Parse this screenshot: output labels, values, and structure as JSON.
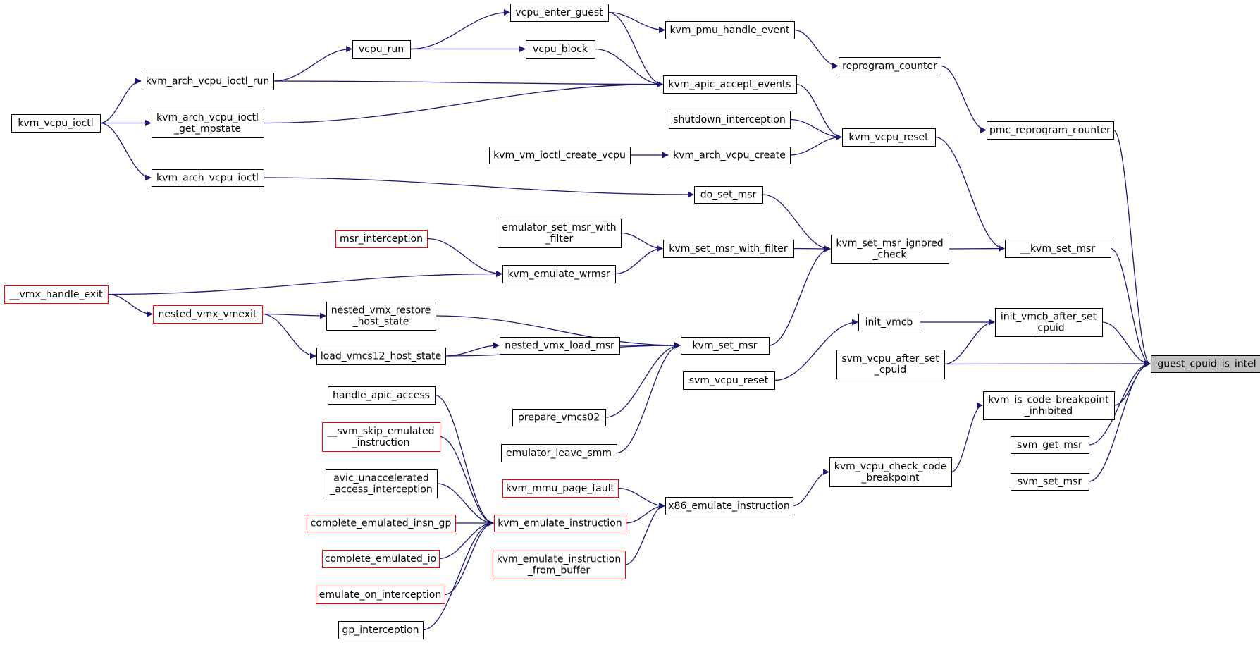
{
  "colors": {
    "edge": "#191970",
    "node_border": "#000000",
    "truncated_node_border": "#ff0000",
    "root_fill": "#bfbfbf",
    "background": "#ffffff"
  },
  "graph": {
    "nodes": [
      {
        "id": "guest_cpuid_is_intel",
        "lines": [
          "guest_cpuid_is_intel"
        ],
        "style": "root"
      },
      {
        "id": "pmc_reprogram_counter",
        "lines": [
          "pmc_reprogram_counter"
        ],
        "style": "normal"
      },
      {
        "id": "reprogram_counter",
        "lines": [
          "reprogram_counter"
        ],
        "style": "normal"
      },
      {
        "id": "kvm_pmu_handle_event",
        "lines": [
          "kvm_pmu_handle_event"
        ],
        "style": "normal"
      },
      {
        "id": "vcpu_enter_guest",
        "lines": [
          "vcpu_enter_guest"
        ],
        "style": "normal"
      },
      {
        "id": "vcpu_run",
        "lines": [
          "vcpu_run"
        ],
        "style": "normal"
      },
      {
        "id": "vcpu_block",
        "lines": [
          "vcpu_block"
        ],
        "style": "normal"
      },
      {
        "id": "kvm_arch_vcpu_ioctl_run",
        "lines": [
          "kvm_arch_vcpu_ioctl_run"
        ],
        "style": "normal"
      },
      {
        "id": "kvm_arch_vcpu_ioctl_get_mpstate",
        "lines": [
          "kvm_arch_vcpu_ioctl",
          "_get_mpstate"
        ],
        "style": "normal"
      },
      {
        "id": "kvm_vcpu_ioctl",
        "lines": [
          "kvm_vcpu_ioctl"
        ],
        "style": "normal"
      },
      {
        "id": "kvm_arch_vcpu_ioctl",
        "lines": [
          "kvm_arch_vcpu_ioctl"
        ],
        "style": "normal"
      },
      {
        "id": "kvm_apic_accept_events",
        "lines": [
          "kvm_apic_accept_events"
        ],
        "style": "normal"
      },
      {
        "id": "shutdown_interception",
        "lines": [
          "shutdown_interception"
        ],
        "style": "normal"
      },
      {
        "id": "kvm_vm_ioctl_create_vcpu",
        "lines": [
          "kvm_vm_ioctl_create_vcpu"
        ],
        "style": "normal"
      },
      {
        "id": "kvm_arch_vcpu_create",
        "lines": [
          "kvm_arch_vcpu_create"
        ],
        "style": "normal"
      },
      {
        "id": "kvm_vcpu_reset",
        "lines": [
          "kvm_vcpu_reset"
        ],
        "style": "normal"
      },
      {
        "id": "do_set_msr",
        "lines": [
          "do_set_msr"
        ],
        "style": "normal"
      },
      {
        "id": "emulator_set_msr_with_filter",
        "lines": [
          "emulator_set_msr_with",
          "_filter"
        ],
        "style": "normal"
      },
      {
        "id": "msr_interception",
        "lines": [
          "msr_interception"
        ],
        "style": "truncated"
      },
      {
        "id": "kvm_set_msr_with_filter",
        "lines": [
          "kvm_set_msr_with_filter"
        ],
        "style": "normal"
      },
      {
        "id": "kvm_emulate_wrmsr",
        "lines": [
          "kvm_emulate_wrmsr"
        ],
        "style": "normal"
      },
      {
        "id": "kvm_set_msr_ignored_check",
        "lines": [
          "kvm_set_msr_ignored",
          "_check"
        ],
        "style": "normal"
      },
      {
        "id": "__kvm_set_msr",
        "lines": [
          "__kvm_set_msr"
        ],
        "style": "normal"
      },
      {
        "id": "__vmx_handle_exit",
        "lines": [
          "__vmx_handle_exit"
        ],
        "style": "truncated"
      },
      {
        "id": "nested_vmx_vmexit",
        "lines": [
          "nested_vmx_vmexit"
        ],
        "style": "truncated"
      },
      {
        "id": "nested_vmx_restore_host_state",
        "lines": [
          "nested_vmx_restore",
          "_host_state"
        ],
        "style": "normal"
      },
      {
        "id": "load_vmcs12_host_state",
        "lines": [
          "load_vmcs12_host_state"
        ],
        "style": "normal"
      },
      {
        "id": "nested_vmx_load_msr",
        "lines": [
          "nested_vmx_load_msr"
        ],
        "style": "normal"
      },
      {
        "id": "kvm_set_msr",
        "lines": [
          "kvm_set_msr"
        ],
        "style": "normal"
      },
      {
        "id": "prepare_vmcs02",
        "lines": [
          "prepare_vmcs02"
        ],
        "style": "normal"
      },
      {
        "id": "emulator_leave_smm",
        "lines": [
          "emulator_leave_smm"
        ],
        "style": "normal"
      },
      {
        "id": "init_vmcb",
        "lines": [
          "init_vmcb"
        ],
        "style": "normal"
      },
      {
        "id": "svm_vcpu_reset",
        "lines": [
          "svm_vcpu_reset"
        ],
        "style": "normal"
      },
      {
        "id": "init_vmcb_after_set_cpuid",
        "lines": [
          "init_vmcb_after_set",
          "_cpuid"
        ],
        "style": "normal"
      },
      {
        "id": "svm_vcpu_after_set_cpuid",
        "lines": [
          "svm_vcpu_after_set",
          "_cpuid"
        ],
        "style": "normal"
      },
      {
        "id": "kvm_is_code_breakpoint_inhibited",
        "lines": [
          "kvm_is_code_breakpoint",
          "_inhibited"
        ],
        "style": "normal"
      },
      {
        "id": "svm_get_msr",
        "lines": [
          "svm_get_msr"
        ],
        "style": "normal"
      },
      {
        "id": "svm_set_msr",
        "lines": [
          "svm_set_msr"
        ],
        "style": "normal"
      },
      {
        "id": "kvm_vcpu_check_code_breakpoint",
        "lines": [
          "kvm_vcpu_check_code",
          "_breakpoint"
        ],
        "style": "normal"
      },
      {
        "id": "x86_emulate_instruction",
        "lines": [
          "x86_emulate_instruction"
        ],
        "style": "normal"
      },
      {
        "id": "kvm_mmu_page_fault",
        "lines": [
          "kvm_mmu_page_fault"
        ],
        "style": "truncated"
      },
      {
        "id": "kvm_emulate_instruction",
        "lines": [
          "kvm_emulate_instruction"
        ],
        "style": "truncated"
      },
      {
        "id": "kvm_emulate_instruction_from_buffer",
        "lines": [
          "kvm_emulate_instruction",
          "_from_buffer"
        ],
        "style": "truncated"
      },
      {
        "id": "handle_apic_access",
        "lines": [
          "handle_apic_access"
        ],
        "style": "normal"
      },
      {
        "id": "__svm_skip_emulated_instruction",
        "lines": [
          "__svm_skip_emulated",
          "_instruction"
        ],
        "style": "truncated"
      },
      {
        "id": "avic_unaccelerated_access_interception",
        "lines": [
          "avic_unaccelerated",
          "_access_interception"
        ],
        "style": "normal"
      },
      {
        "id": "complete_emulated_insn_gp",
        "lines": [
          "complete_emulated_insn_gp"
        ],
        "style": "truncated"
      },
      {
        "id": "complete_emulated_io",
        "lines": [
          "complete_emulated_io"
        ],
        "style": "truncated"
      },
      {
        "id": "emulate_on_interception",
        "lines": [
          "emulate_on_interception"
        ],
        "style": "truncated"
      },
      {
        "id": "gp_interception",
        "lines": [
          "gp_interception"
        ],
        "style": "normal"
      }
    ],
    "edges": [
      {
        "from": "pmc_reprogram_counter",
        "to": "guest_cpuid_is_intel"
      },
      {
        "from": "reprogram_counter",
        "to": "pmc_reprogram_counter"
      },
      {
        "from": "kvm_pmu_handle_event",
        "to": "reprogram_counter"
      },
      {
        "from": "vcpu_enter_guest",
        "to": "kvm_pmu_handle_event"
      },
      {
        "from": "vcpu_run",
        "to": "vcpu_enter_guest"
      },
      {
        "from": "kvm_arch_vcpu_ioctl_run",
        "to": "vcpu_run"
      },
      {
        "from": "kvm_vcpu_ioctl",
        "to": "kvm_arch_vcpu_ioctl_run"
      },
      {
        "from": "vcpu_run",
        "to": "vcpu_block"
      },
      {
        "from": "vcpu_enter_guest",
        "to": "kvm_apic_accept_events"
      },
      {
        "from": "vcpu_block",
        "to": "kvm_apic_accept_events"
      },
      {
        "from": "kvm_arch_vcpu_ioctl_run",
        "to": "kvm_apic_accept_events"
      },
      {
        "from": "kvm_arch_vcpu_ioctl_get_mpstate",
        "to": "kvm_apic_accept_events"
      },
      {
        "from": "kvm_vcpu_ioctl",
        "to": "kvm_arch_vcpu_ioctl_get_mpstate"
      },
      {
        "from": "kvm_vcpu_ioctl",
        "to": "kvm_arch_vcpu_ioctl"
      },
      {
        "from": "kvm_apic_accept_events",
        "to": "kvm_vcpu_reset"
      },
      {
        "from": "shutdown_interception",
        "to": "kvm_vcpu_reset"
      },
      {
        "from": "kvm_arch_vcpu_create",
        "to": "kvm_vcpu_reset"
      },
      {
        "from": "kvm_vm_ioctl_create_vcpu",
        "to": "kvm_arch_vcpu_create"
      },
      {
        "from": "kvm_vcpu_reset",
        "to": "__kvm_set_msr"
      },
      {
        "from": "kvm_arch_vcpu_ioctl",
        "to": "do_set_msr"
      },
      {
        "from": "do_set_msr",
        "to": "kvm_set_msr_ignored_check"
      },
      {
        "from": "kvm_set_msr_with_filter",
        "to": "kvm_set_msr_ignored_check"
      },
      {
        "from": "emulator_set_msr_with_filter",
        "to": "kvm_set_msr_with_filter"
      },
      {
        "from": "kvm_emulate_wrmsr",
        "to": "kvm_set_msr_with_filter"
      },
      {
        "from": "msr_interception",
        "to": "kvm_emulate_wrmsr"
      },
      {
        "from": "__vmx_handle_exit",
        "to": "kvm_emulate_wrmsr"
      },
      {
        "from": "kvm_set_msr",
        "to": "kvm_set_msr_ignored_check"
      },
      {
        "from": "kvm_set_msr_ignored_check",
        "to": "__kvm_set_msr"
      },
      {
        "from": "__kvm_set_msr",
        "to": "guest_cpuid_is_intel"
      },
      {
        "from": "__vmx_handle_exit",
        "to": "nested_vmx_vmexit"
      },
      {
        "from": "nested_vmx_vmexit",
        "to": "nested_vmx_restore_host_state"
      },
      {
        "from": "nested_vmx_vmexit",
        "to": "load_vmcs12_host_state"
      },
      {
        "from": "load_vmcs12_host_state",
        "to": "nested_vmx_load_msr"
      },
      {
        "from": "nested_vmx_restore_host_state",
        "to": "kvm_set_msr"
      },
      {
        "from": "nested_vmx_load_msr",
        "to": "kvm_set_msr"
      },
      {
        "from": "load_vmcs12_host_state",
        "to": "kvm_set_msr"
      },
      {
        "from": "prepare_vmcs02",
        "to": "kvm_set_msr"
      },
      {
        "from": "emulator_leave_smm",
        "to": "kvm_set_msr"
      },
      {
        "from": "init_vmcb",
        "to": "init_vmcb_after_set_cpuid"
      },
      {
        "from": "svm_vcpu_reset",
        "to": "init_vmcb"
      },
      {
        "from": "svm_vcpu_after_set_cpuid",
        "to": "init_vmcb_after_set_cpuid"
      },
      {
        "from": "init_vmcb_after_set_cpuid",
        "to": "guest_cpuid_is_intel"
      },
      {
        "from": "svm_vcpu_after_set_cpuid",
        "to": "guest_cpuid_is_intel"
      },
      {
        "from": "kvm_is_code_breakpoint_inhibited",
        "to": "guest_cpuid_is_intel"
      },
      {
        "from": "svm_get_msr",
        "to": "guest_cpuid_is_intel"
      },
      {
        "from": "svm_set_msr",
        "to": "guest_cpuid_is_intel"
      },
      {
        "from": "kvm_vcpu_check_code_breakpoint",
        "to": "kvm_is_code_breakpoint_inhibited"
      },
      {
        "from": "x86_emulate_instruction",
        "to": "kvm_vcpu_check_code_breakpoint"
      },
      {
        "from": "kvm_mmu_page_fault",
        "to": "x86_emulate_instruction"
      },
      {
        "from": "kvm_emulate_instruction",
        "to": "x86_emulate_instruction"
      },
      {
        "from": "kvm_emulate_instruction_from_buffer",
        "to": "x86_emulate_instruction"
      },
      {
        "from": "handle_apic_access",
        "to": "kvm_emulate_instruction"
      },
      {
        "from": "__svm_skip_emulated_instruction",
        "to": "kvm_emulate_instruction"
      },
      {
        "from": "avic_unaccelerated_access_interception",
        "to": "kvm_emulate_instruction"
      },
      {
        "from": "complete_emulated_insn_gp",
        "to": "kvm_emulate_instruction"
      },
      {
        "from": "complete_emulated_io",
        "to": "kvm_emulate_instruction"
      },
      {
        "from": "emulate_on_interception",
        "to": "kvm_emulate_instruction"
      },
      {
        "from": "gp_interception",
        "to": "kvm_emulate_instruction"
      }
    ]
  }
}
